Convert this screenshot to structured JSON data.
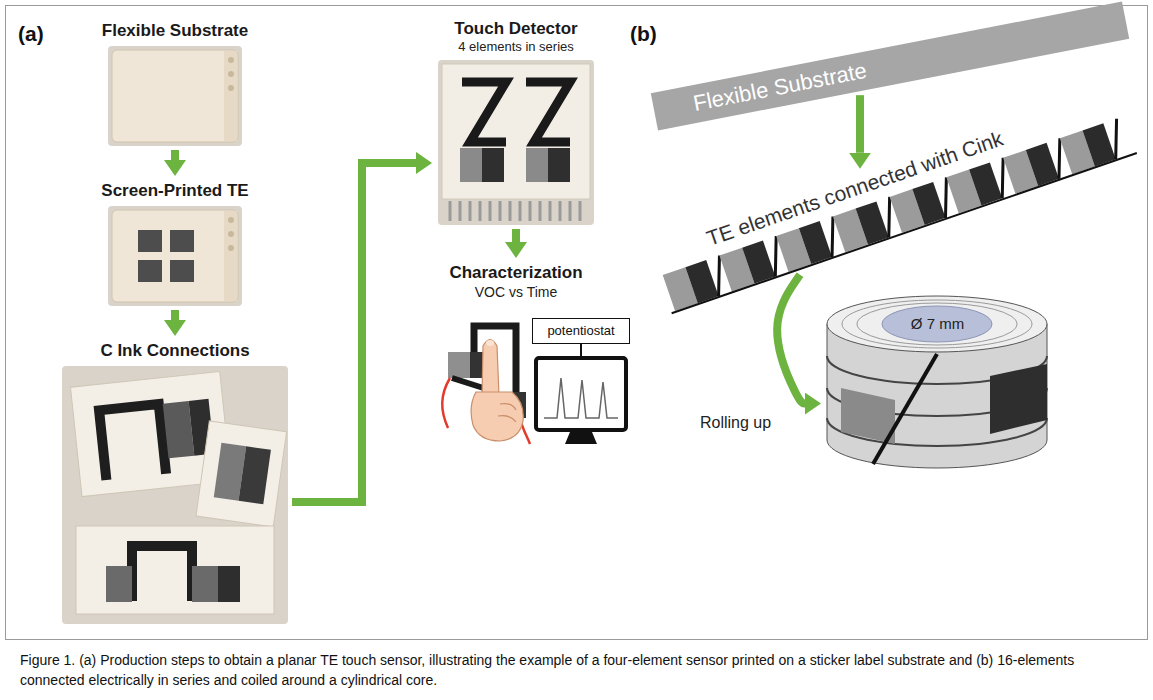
{
  "diagram": {
    "caption": "Figure 1. (a) Production steps to obtain a planar TE touch sensor, illustrating the example of a four-element sensor printed on a sticker label substrate and (b) 16-elements connected electrically in series and coiled around a cylindrical core.",
    "nodes": [
      {
        "text": [
          "Flexible Substrate"
        ]
      },
      {
        "text": [
          "Screen-Printed TE"
        ]
      },
      {
        "text": [
          "C Ink Connections"
        ]
      },
      {
        "text": [
          "Touch Detector",
          "4 elements in series"
        ]
      },
      {
        "text": [
          "Characterization",
          "VOC vs Time"
        ]
      },
      {
        "text": [
          "potentiostat"
        ]
      },
      {
        "text": [
          "Flexible Substrate"
        ]
      },
      {
        "text": [
          "TE elements connected with Cink"
        ]
      },
      {
        "text": [
          "Ø 7 mm"
        ]
      }
    ],
    "edges": [
      {
        "from": 0,
        "to": 1,
        "arrow": "to"
      },
      {
        "from": 1,
        "to": 2,
        "arrow": "to"
      },
      {
        "from": 2,
        "to": 3,
        "arrow": "to"
      },
      {
        "from": 3,
        "to": 4,
        "arrow": "to"
      },
      {
        "from": 6,
        "to": 7,
        "arrow": "to"
      },
      {
        "from": 7,
        "to": 8,
        "label": "Rolling up",
        "arrow": "to"
      }
    ],
    "labels": [
      "(a)",
      "(b)"
    ]
  }
}
